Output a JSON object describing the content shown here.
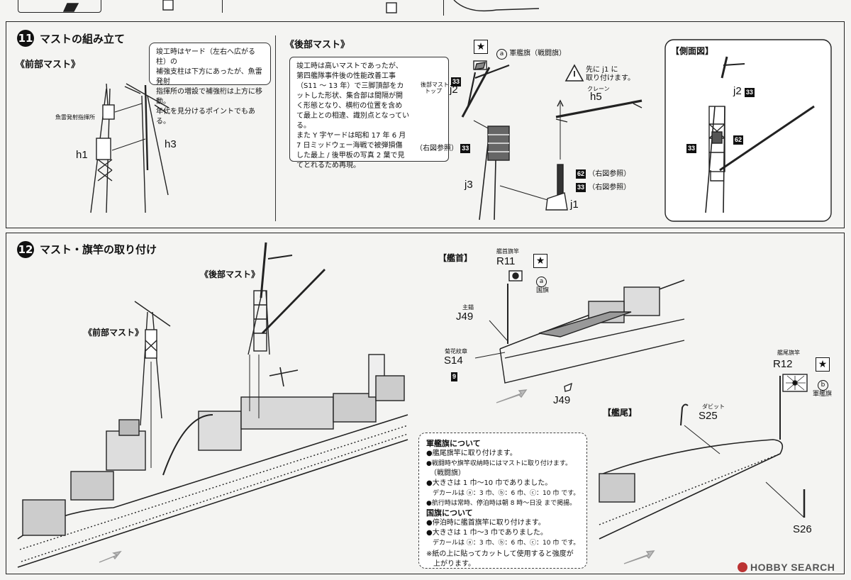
{
  "step11": {
    "number": "11",
    "title": "マストの組み立て",
    "fore": {
      "title": "《前部マスト》",
      "note": [
        "竣工時はヤード（左右へ広がる柱）の",
        "補強支柱は下方にあったが、魚雷発射",
        "指揮所の増設で補強桁は上方に移動。",
        "年代を見分けるポイントでもある。"
      ],
      "label_director": "魚雷発射指揮所",
      "h1": "h1",
      "h3": "h3"
    },
    "aft": {
      "title": "《後部マスト》",
      "note": [
        "竣工時は高いマストであったが、",
        "第四艦隊事件後の性能改善工事",
        "（S11 ～ 13 年）で三脚頂部をカ",
        "ットした形状、集合部は間隔が開",
        "く形態となり、横桁の位置を含め",
        "て最上との相違、識別点となってい",
        "る。",
        "また Y 字ヤードは昭和 17 年 6 月",
        "7 日ミッドウェー海戦で被弾損傷",
        "した最上 / 後甲板の写真 2 葉で見",
        "てとれるため再現。"
      ],
      "mast_top_label": [
        "後部マスト",
        "トップ"
      ],
      "j2": "j2",
      "j3": "j3",
      "j1": "j1",
      "h5": "h5",
      "crane_label": "クレーン",
      "ref_right": "（右図参照）",
      "ensign": "軍艦旗（戦闘旗）",
      "caution": [
        "先に j1 に",
        "取り付けます。"
      ],
      "badge33": "33",
      "badge62": "62",
      "circle_a": "a"
    },
    "side": {
      "title": "【側面図】",
      "j2": "j2",
      "badge33": "33",
      "badge62": "62"
    }
  },
  "step12": {
    "number": "12",
    "title": "マスト・旗竿の取り付け",
    "aft_label": "《後部マスト》",
    "fore_label": "《前部マスト》",
    "bow": {
      "title": "【艦首】",
      "jack_staff_label": "艦首旗竿",
      "R11": "R11",
      "flag_label": "国旗",
      "J49_top_label": "主錨",
      "J49": "J49",
      "S14_label": "菊花紋章",
      "S14": "S14",
      "badge9": "9",
      "circle_a": "a"
    },
    "stern": {
      "title": "【艦尾】",
      "ensign_staff_label": "艦尾旗竿",
      "R12": "R12",
      "ensign_label": "軍艦旗",
      "davit_label": "ダビット",
      "S25": "S25",
      "S26": "S26",
      "circle_b": "b"
    },
    "flag_notes": {
      "ensign_header": "軍艦旗について",
      "ensign_lines": [
        "●艦尾旗竿に取り付けます。",
        "●戦闘時や旗竿収納時にはマストに取り付けます。",
        "　（戦闘旗）",
        "●大きさは 1 巾～10 巾でありました。",
        "　デカールは ⓐ：3 巾、ⓑ：6 巾、ⓒ：10 巾 です。",
        "●航行時は常時、停泊時は朝 8 時～日没 まで掲揚。"
      ],
      "flag_header": "国旗について",
      "flag_lines": [
        "●停泊時に艦首旗竿に取り付けます。",
        "●大きさは 1 巾～3 巾でありました。",
        "　デカールは ⓐ：3 巾、ⓑ：6 巾、ⓒ：10 巾 です。"
      ],
      "footnote": [
        "※紙の上に貼ってカットして使用すると強度が",
        "　上がります。"
      ]
    }
  },
  "watermark": "HOBBY SEARCH"
}
